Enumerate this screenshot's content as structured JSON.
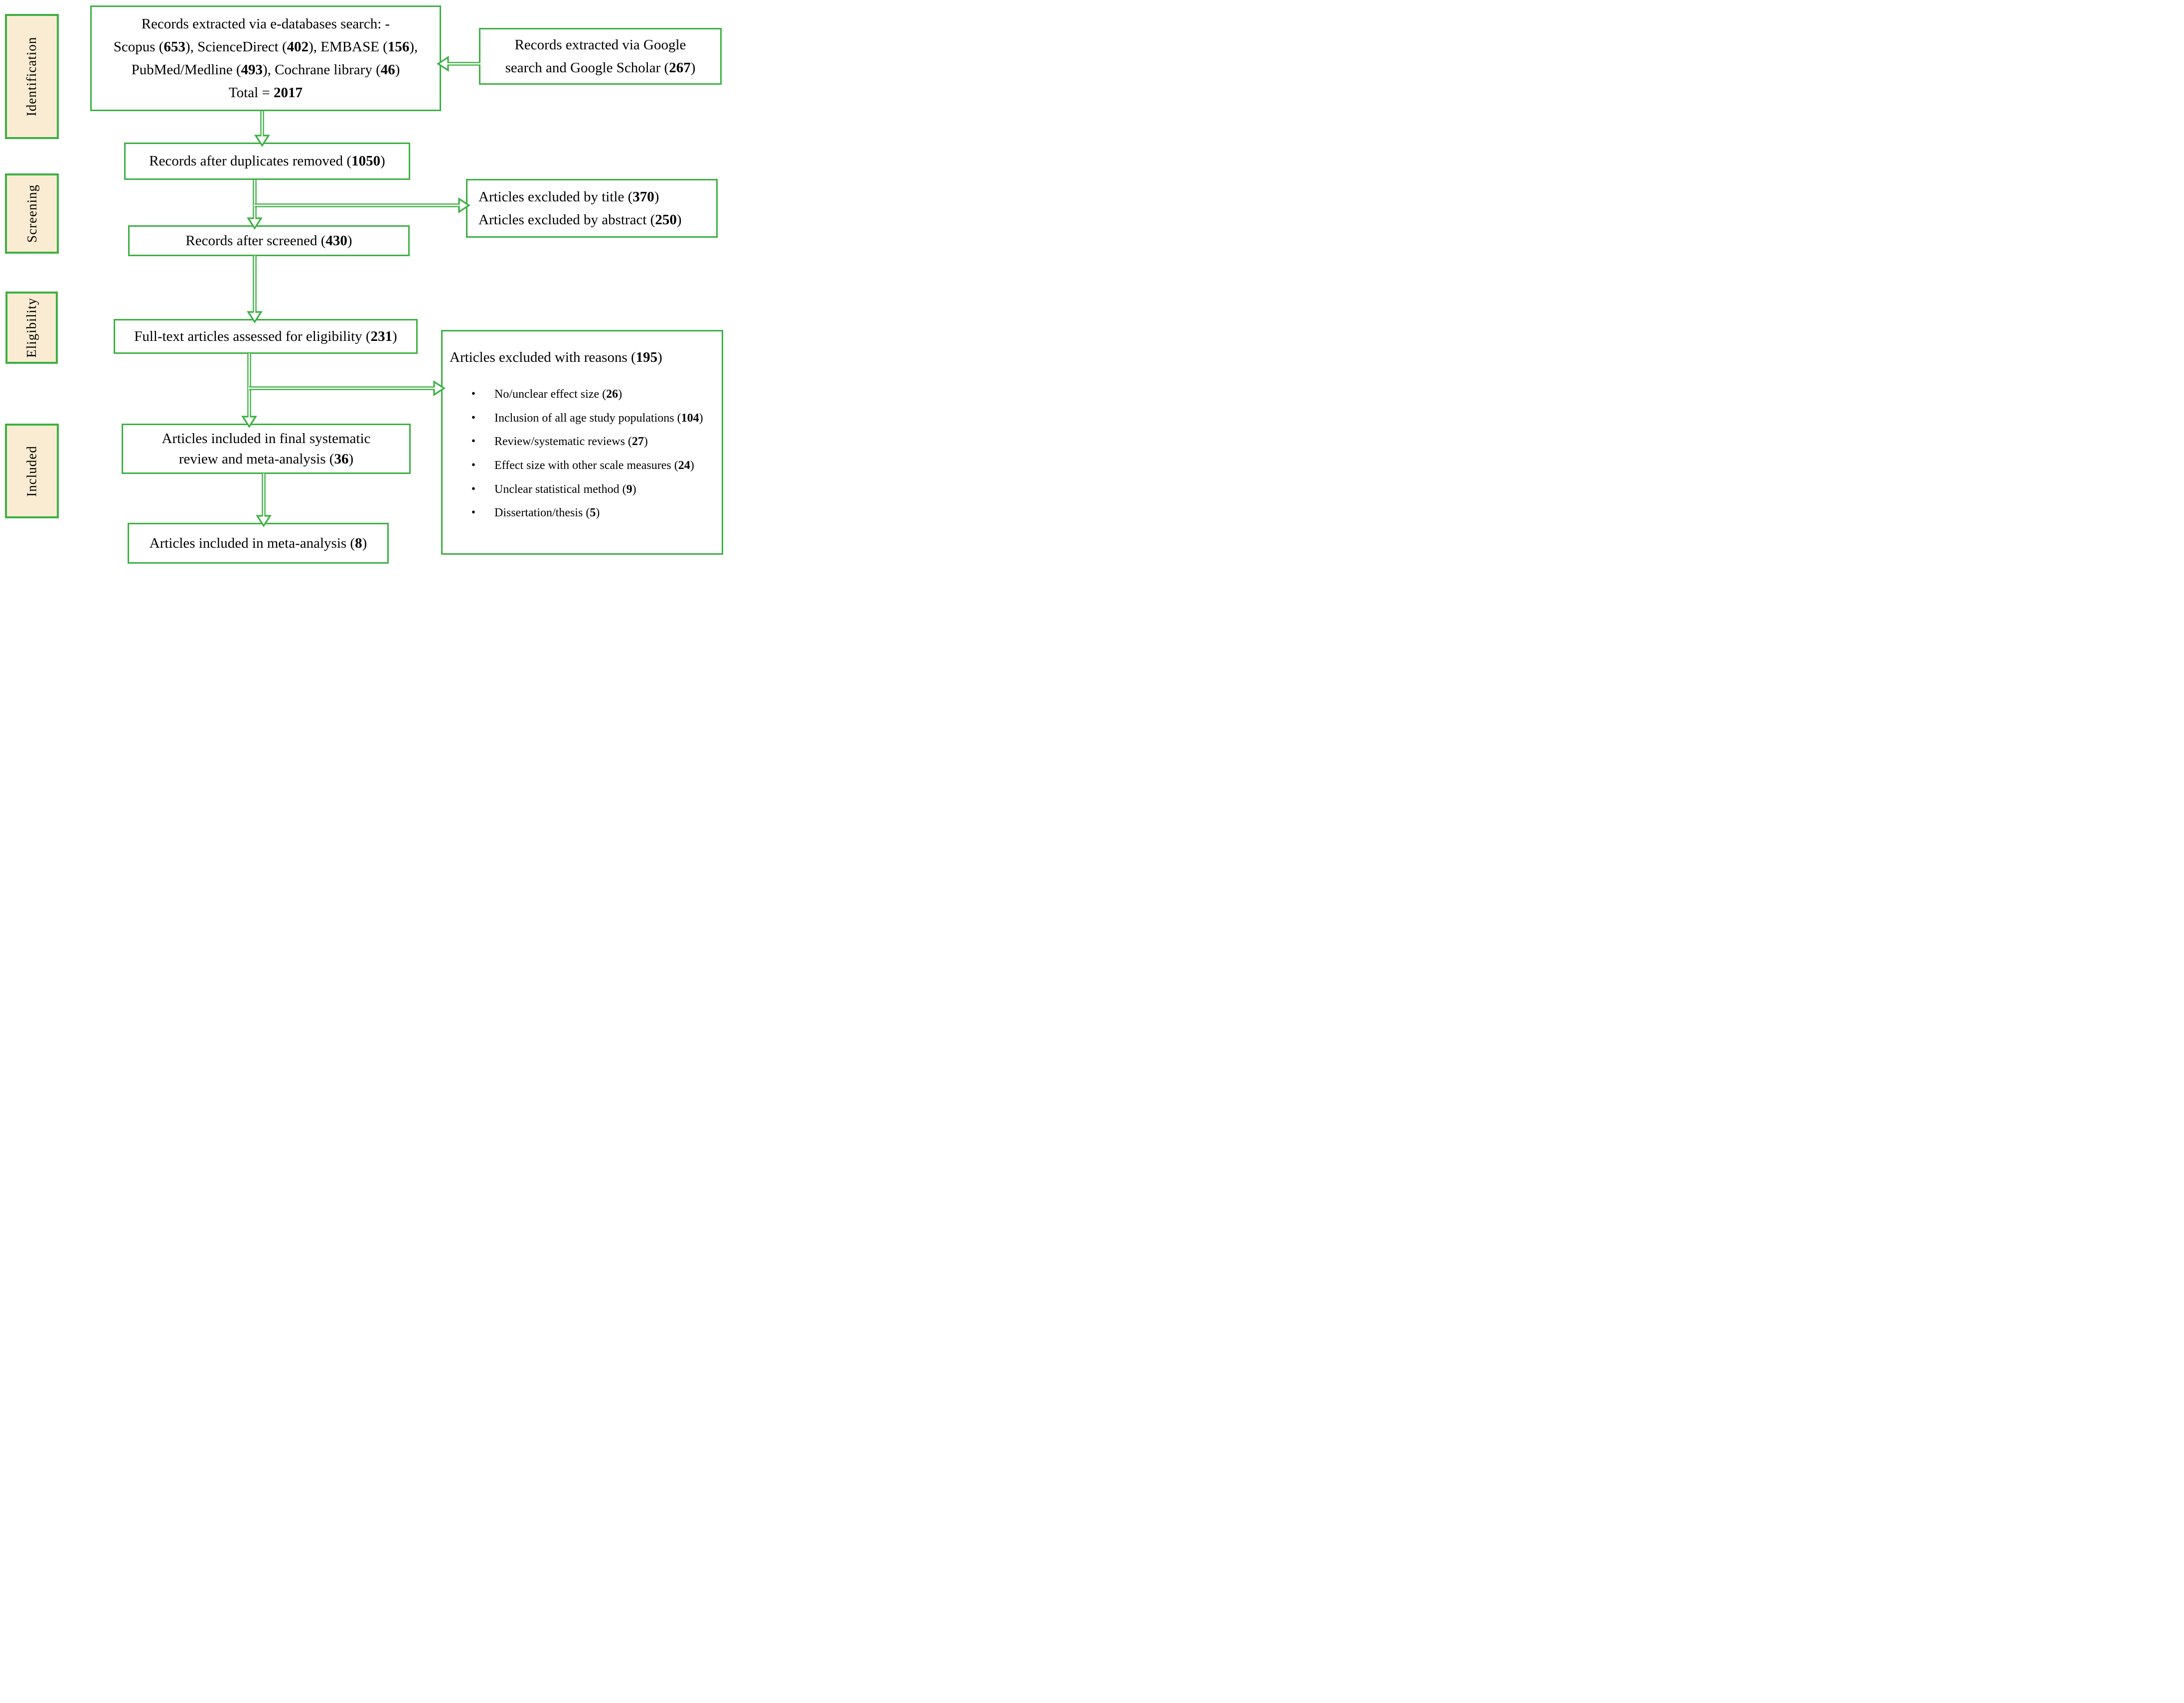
{
  "colors": {
    "green": "#3cb043",
    "cream": "#faecd2",
    "ink": "#000000"
  },
  "stages": [
    {
      "id": "identification",
      "label": "Identification"
    },
    {
      "id": "screening",
      "label": "Screening"
    },
    {
      "id": "eligibility",
      "label": "Eligibility"
    },
    {
      "id": "included",
      "label": "Included"
    }
  ],
  "boxes": {
    "edatabases": {
      "lines": [
        [
          {
            "t": "Records extracted via e-databases search: -"
          }
        ],
        [
          {
            "t": "Scopus ("
          },
          {
            "t": "653",
            "b": true
          },
          {
            "t": "), ScienceDirect ("
          },
          {
            "t": "402",
            "b": true
          },
          {
            "t": "), EMBASE ("
          },
          {
            "t": "156",
            "b": true
          },
          {
            "t": "),"
          }
        ],
        [
          {
            "t": "PubMed/Medline ("
          },
          {
            "t": "493",
            "b": true
          },
          {
            "t": "), Cochrane library ("
          },
          {
            "t": "46",
            "b": true
          },
          {
            "t": ")"
          }
        ],
        [
          {
            "t": "Total = "
          },
          {
            "t": "2017",
            "b": true
          }
        ]
      ]
    },
    "google": {
      "lines": [
        [
          {
            "t": "Records extracted via Google"
          }
        ],
        [
          {
            "t": "search and Google Scholar ("
          },
          {
            "t": "267",
            "b": true
          },
          {
            "t": ")"
          }
        ]
      ]
    },
    "duplicates": {
      "lines": [
        [
          {
            "t": "Records after duplicates removed ("
          },
          {
            "t": "1050",
            "b": true
          },
          {
            "t": ")"
          }
        ]
      ]
    },
    "excluded_screening": {
      "lines": [
        [
          {
            "t": "Articles excluded by title ("
          },
          {
            "t": "370",
            "b": true
          },
          {
            "t": ")"
          }
        ],
        [
          {
            "t": "Articles excluded by abstract ("
          },
          {
            "t": "250",
            "b": true
          },
          {
            "t": ")"
          }
        ]
      ]
    },
    "screened": {
      "lines": [
        [
          {
            "t": "Records after screened ("
          },
          {
            "t": "430",
            "b": true
          },
          {
            "t": ")"
          }
        ]
      ]
    },
    "fulltext": {
      "lines": [
        [
          {
            "t": "Full-text articles assessed for eligibility ("
          },
          {
            "t": "231",
            "b": true
          },
          {
            "t": ")"
          }
        ]
      ]
    },
    "reasons": {
      "title_lines": [
        [
          {
            "t": "Articles excluded with reasons ("
          },
          {
            "t": "195",
            "b": true
          },
          {
            "t": ")"
          }
        ]
      ],
      "items": [
        [
          {
            "t": "No/unclear effect size ("
          },
          {
            "t": "26",
            "b": true
          },
          {
            "t": ")"
          }
        ],
        [
          {
            "t": "Inclusion of all age study populations ("
          },
          {
            "t": "104",
            "b": true
          },
          {
            "t": ")"
          }
        ],
        [
          {
            "t": "Review/systematic reviews ("
          },
          {
            "t": "27",
            "b": true
          },
          {
            "t": ")"
          }
        ],
        [
          {
            "t": "Effect size with other scale measures ("
          },
          {
            "t": "24",
            "b": true
          },
          {
            "t": ")"
          }
        ],
        [
          {
            "t": "Unclear statistical method ("
          },
          {
            "t": "9",
            "b": true
          },
          {
            "t": ")"
          }
        ],
        [
          {
            "t": "Dissertation/thesis ("
          },
          {
            "t": "5",
            "b": true
          },
          {
            "t": ")"
          }
        ]
      ]
    },
    "final_review": {
      "lines": [
        [
          {
            "t": "Articles included in final systematic"
          }
        ],
        [
          {
            "t": "review and meta-analysis ("
          },
          {
            "t": "36",
            "b": true
          },
          {
            "t": ")"
          }
        ]
      ]
    },
    "meta": {
      "lines": [
        [
          {
            "t": "Articles included in meta-analysis ("
          },
          {
            "t": "8",
            "b": true
          },
          {
            "t": ")"
          }
        ]
      ]
    }
  }
}
